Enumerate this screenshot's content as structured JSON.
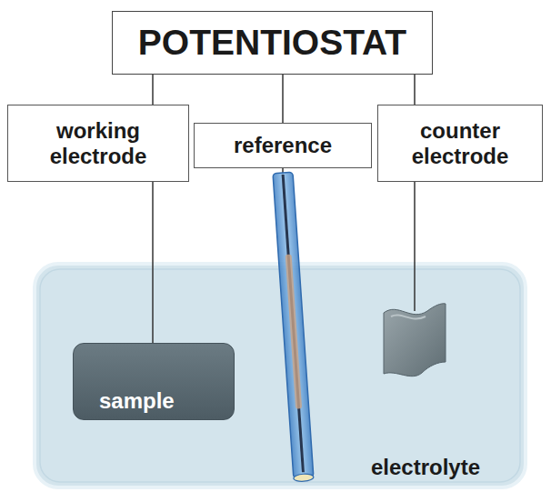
{
  "diagram": {
    "nodes": [
      {
        "text": [
          "POTENTIOSTAT"
        ]
      },
      {
        "text": [
          "working electrode"
        ]
      },
      {
        "text": [
          "reference"
        ]
      },
      {
        "text": [
          "counter electrode"
        ]
      },
      {
        "text": [
          "electrolyte"
        ]
      },
      {
        "text": [
          "sample"
        ],
        "in": 4
      }
    ],
    "edges": [
      {
        "from": 0,
        "to": 1,
        "arrow": "none"
      },
      {
        "from": 0,
        "to": 2,
        "arrow": "none"
      },
      {
        "from": 0,
        "to": 3,
        "arrow": "none"
      },
      {
        "from": 1,
        "to": 5,
        "arrow": "none"
      }
    ]
  }
}
